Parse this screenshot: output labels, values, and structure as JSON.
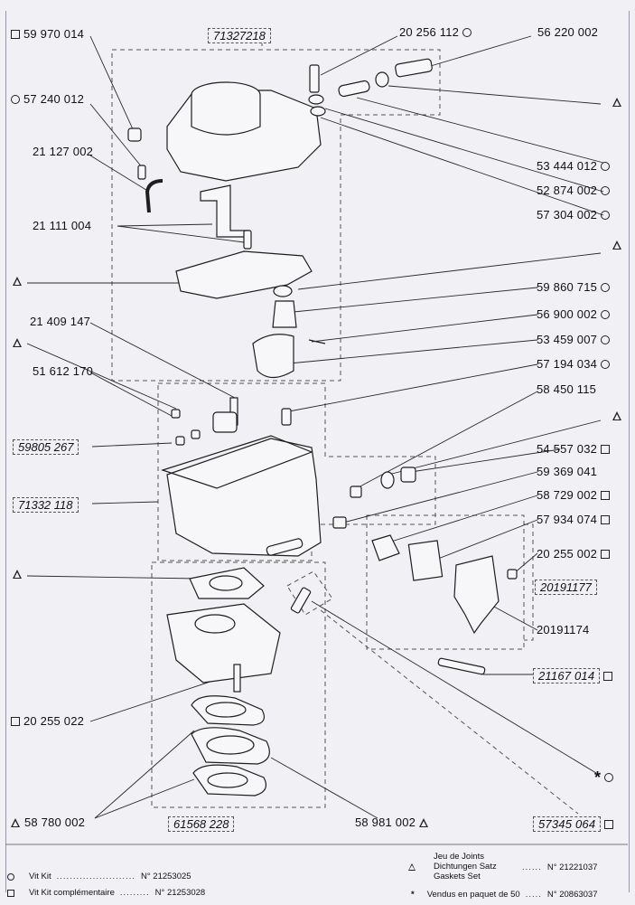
{
  "callouts": [
    {
      "id": "p59970014",
      "number": "59 970 014",
      "symbol": "square"
    },
    {
      "id": "p57240012",
      "number": "57 240 012",
      "symbol": "circle"
    },
    {
      "id": "p21127002",
      "number": "21 127 002",
      "symbol": ""
    },
    {
      "id": "p21111004",
      "number": "21 111 004",
      "symbol": ""
    },
    {
      "id": "p21409147",
      "number": "21 409 147",
      "symbol": ""
    },
    {
      "id": "p51612170",
      "number": "51 612 170",
      "symbol": ""
    },
    {
      "id": "p20256112",
      "number": "20 256 112",
      "symbol": "circle"
    },
    {
      "id": "p56220002",
      "number": "56 220 002",
      "symbol": ""
    },
    {
      "id": "p53444012",
      "number": "53 444 012",
      "symbol": "circle"
    },
    {
      "id": "p52874002",
      "number": "52 874 002",
      "symbol": "circle"
    },
    {
      "id": "p57304002",
      "number": "57 304 002",
      "symbol": "circle"
    },
    {
      "id": "p59860715",
      "number": "59 860 715",
      "symbol": "circle"
    },
    {
      "id": "p56900002",
      "number": "56 900 002",
      "symbol": "circle"
    },
    {
      "id": "p53459007",
      "number": "53 459 007",
      "symbol": "circle"
    },
    {
      "id": "p57194034",
      "number": "57 194 034",
      "symbol": "circle"
    },
    {
      "id": "p58450115",
      "number": "58 450 115",
      "symbol": ""
    },
    {
      "id": "p54557032",
      "number": "54 557 032",
      "symbol": "square"
    },
    {
      "id": "p59369041",
      "number": "59 369 041",
      "symbol": ""
    },
    {
      "id": "p58729002",
      "number": "58 729 002",
      "symbol": "square"
    },
    {
      "id": "p57934074",
      "number": "57 934 074",
      "symbol": "square"
    },
    {
      "id": "p20255002",
      "number": "20 255 002",
      "symbol": "square"
    },
    {
      "id": "p20191174",
      "number": "20191174",
      "symbol": ""
    },
    {
      "id": "p20255022",
      "number": "20 255 022",
      "symbol": "square"
    },
    {
      "id": "p58780002",
      "number": "58 780 002",
      "symbol": "triangle"
    },
    {
      "id": "p58981002",
      "number": "58 981 002",
      "symbol": "triangle"
    }
  ],
  "assemblies": [
    {
      "id": "a71327218",
      "number": "71327218"
    },
    {
      "id": "a59805267",
      "number": "59805 267"
    },
    {
      "id": "a71332118",
      "number": "71332 118"
    },
    {
      "id": "a20191177",
      "number": "20191177"
    },
    {
      "id": "a21167014",
      "number": "21167 014"
    },
    {
      "id": "a61568228",
      "number": "61568 228"
    },
    {
      "id": "a57345064",
      "number": "57345 064"
    }
  ],
  "footer": {
    "vit_kit_label": "Vit Kit",
    "vit_kit_no": "N° 21253025",
    "vit_kit_comp_label": "Vit Kit complémentaire",
    "vit_kit_comp_no": "N° 21253028",
    "gasket_line1": "Jeu de Joints",
    "gasket_line2": "Dichtungen Satz",
    "gasket_line3": "Gaskets Set",
    "gasket_no": "N° 21221037",
    "packet_label": "Vendus en paquet de 50",
    "packet_no": "N° 20863037",
    "star": "*",
    "dots": "........................"
  },
  "colors": {
    "line": "#2a2a2a",
    "dash": "#555555",
    "paper": "#f1f0f4"
  }
}
